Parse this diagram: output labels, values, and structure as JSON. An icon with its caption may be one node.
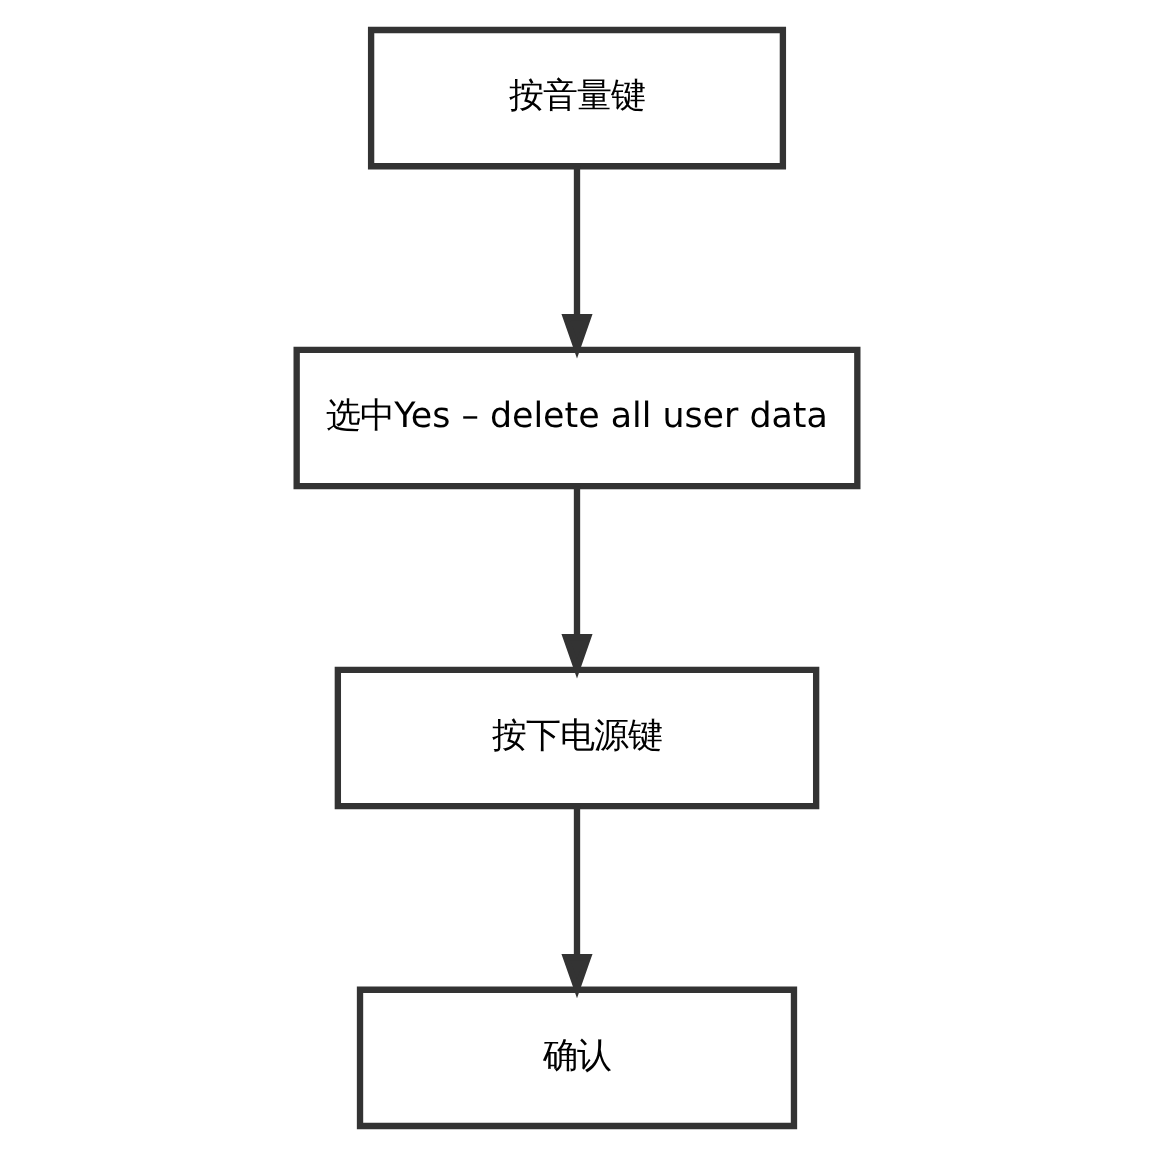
{
  "diagram": {
    "nodes": [
      {
        "text": [
          "按音量键"
        ]
      },
      {
        "text": [
          "选中Yes – delete all user data"
        ]
      },
      {
        "text": [
          "按下电源键"
        ]
      },
      {
        "text": [
          "确认"
        ]
      }
    ],
    "edges": [
      {
        "from": 0,
        "to": 1,
        "arrow": "to"
      },
      {
        "from": 1,
        "to": 2,
        "arrow": "to"
      },
      {
        "from": 2,
        "to": 3,
        "arrow": "to"
      }
    ]
  }
}
